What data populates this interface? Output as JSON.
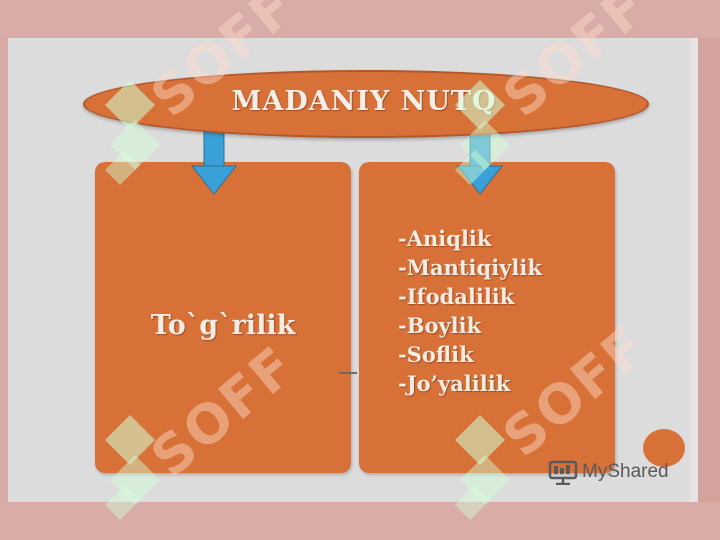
{
  "slide": {
    "title": "MADANIY NUTQ",
    "left_box_text": "To`g`rilik",
    "right_items": [
      "-Aniqlik",
      "-Mantiqiylik",
      "-Ifodalilik",
      "-Boylik",
      "-Soflik",
      "-Jo’yalilik"
    ]
  },
  "logo": {
    "name": "MyShared",
    "icon": "presentation-icon"
  },
  "watermark": {
    "text": "SOFF",
    "icon": "brand-mark-icon"
  },
  "colors": {
    "accent_orange": "#d77137",
    "arrow_blue": "#3aa0d8",
    "slide_background": "#dcdcdc",
    "frame_pink": "#d8aaa5",
    "text_light": "#f1ece4"
  }
}
